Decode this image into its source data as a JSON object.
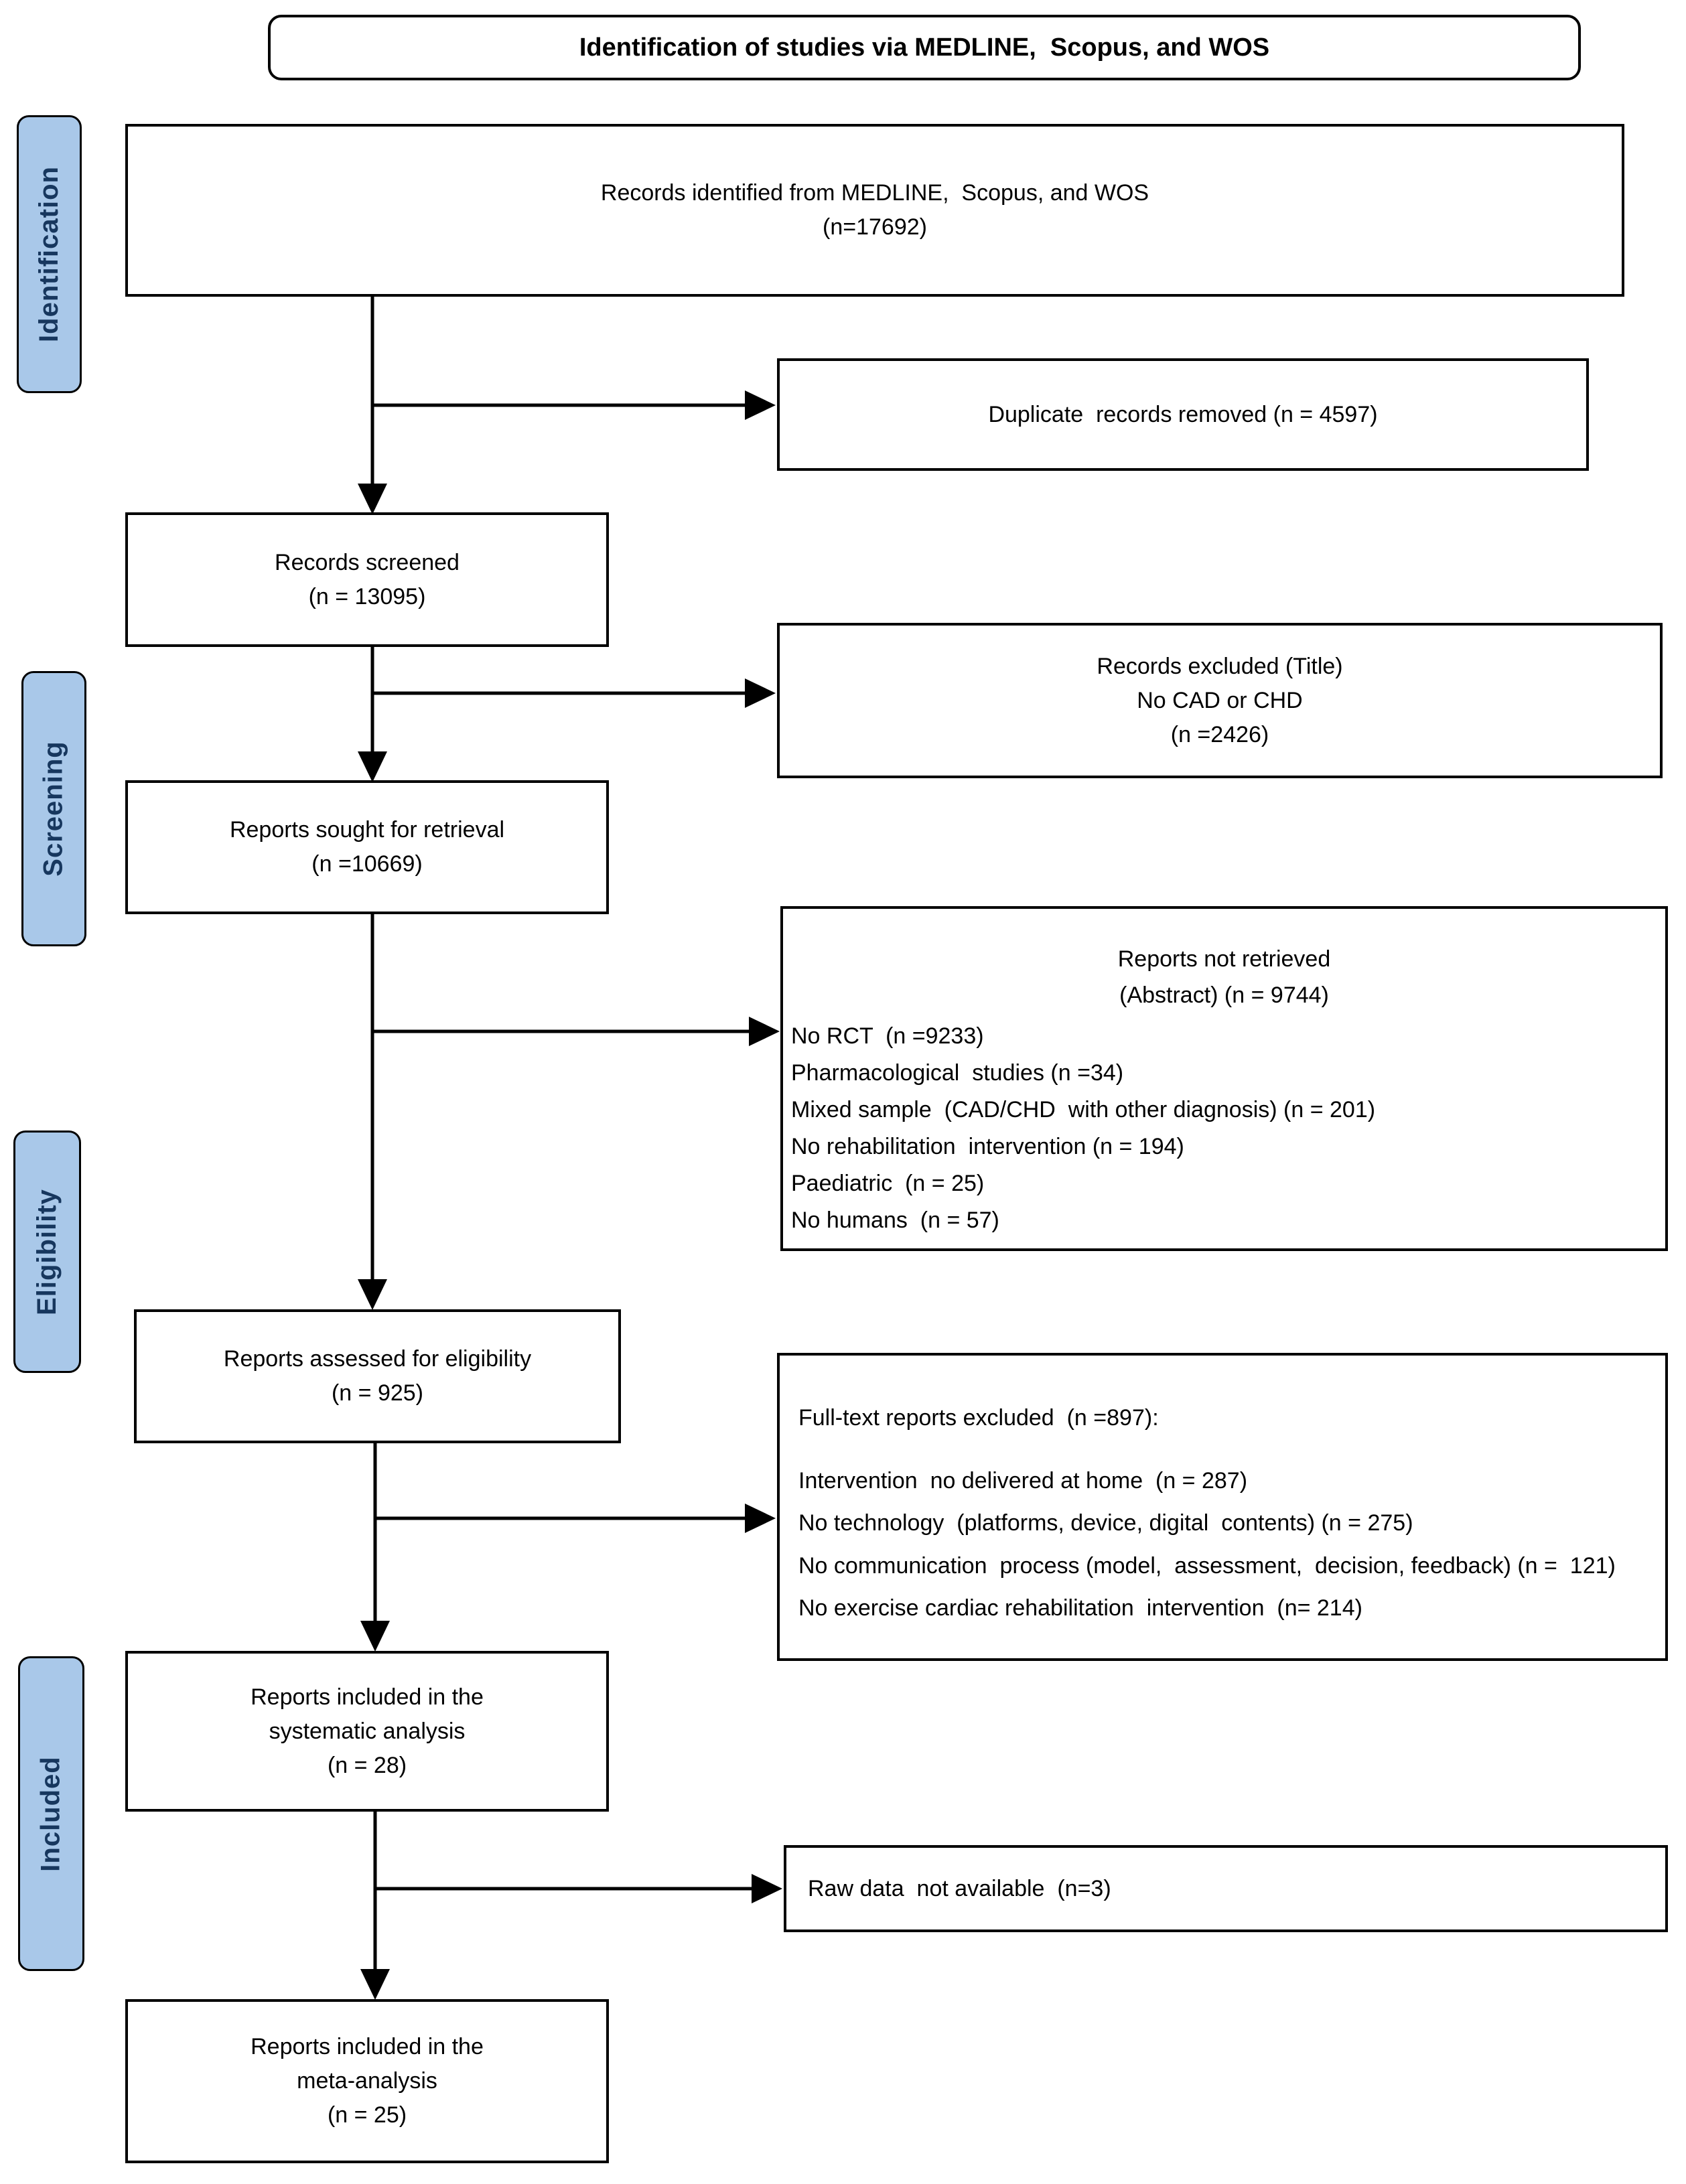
{
  "title": "Identification of studies via MEDLINE,  Scopus, and WOS",
  "stages": {
    "identification": "Identification",
    "screening": "Screening",
    "eligibility": "Eligibility",
    "included": "Included"
  },
  "boxes": {
    "records_identified": {
      "text": "Records identified from MEDLINE,  Scopus, and WOS\n(n=17692)"
    },
    "duplicates_removed": {
      "text": "Duplicate  records removed (n = 4597)"
    },
    "records_screened": {
      "text": "Records screened\n(n = 13095)"
    },
    "records_excluded": {
      "text": "Records excluded (Title)\nNo CAD or CHD\n(n =2426)"
    },
    "reports_sought": {
      "text": "Reports sought for retrieval\n(n =10669)"
    },
    "reports_not_retrieved": {
      "heading": "Reports not retrieved\n(Abstract) (n = 9744)",
      "items": [
        "No RCT  (n =9233)",
        "Pharmacological  studies (n =34)",
        "Mixed sample  (CAD/CHD  with other diagnosis) (n = 201)",
        "No rehabilitation  intervention (n = 194)",
        "Paediatric  (n = 25)",
        "No humans  (n = 57)"
      ]
    },
    "reports_assessed": {
      "text": "Reports assessed for eligibility\n(n = 925)"
    },
    "fulltext_excluded": {
      "heading": "Full-text reports excluded  (n =897):",
      "items": [
        "Intervention  no delivered at home  (n = 287)",
        "No technology  (platforms, device, digital  contents) (n = 275)",
        "No communication  process (model,  assessment,  decision, feedback) (n =  121)",
        "No exercise cardiac rehabilitation  intervention  (n= 214)"
      ]
    },
    "included_systematic": {
      "text": "Reports included in the\nsystematic analysis\n(n = 28)"
    },
    "raw_data_unavailable": {
      "text": "Raw data  not available  (n=3)"
    },
    "included_meta": {
      "text": "Reports included in the\nmeta-analysis\n(n = 25)"
    }
  },
  "colors": {
    "stage_fill": "#a9c8e9",
    "stage_text": "#17375e",
    "line": "#000000"
  }
}
